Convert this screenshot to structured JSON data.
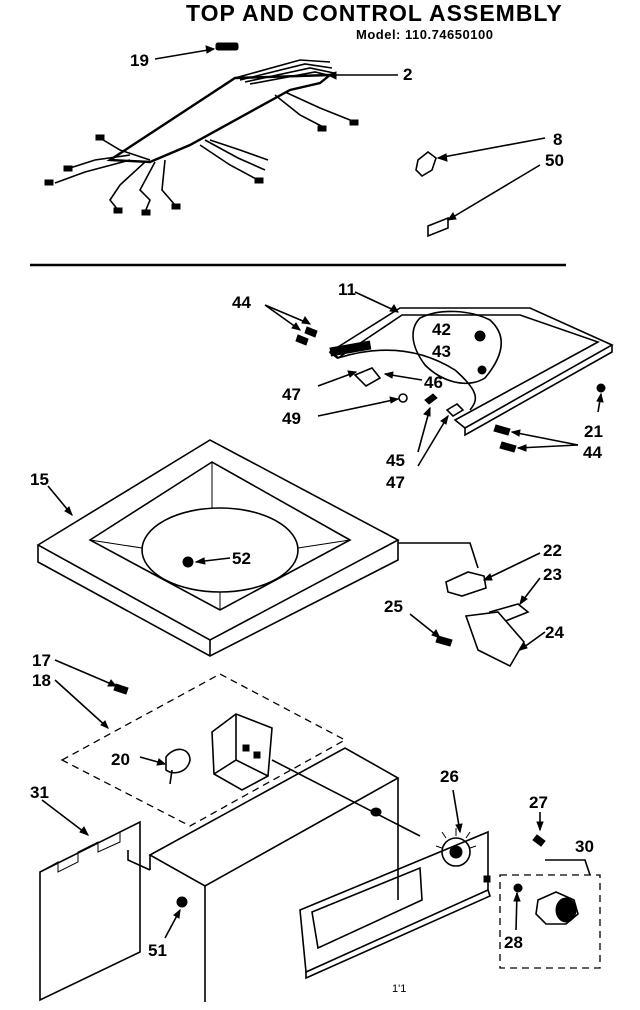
{
  "title": "TOP AND CONTROL ASSEMBLY",
  "model": "Model:  110.74650100",
  "footer": "1'1",
  "callouts": [
    {
      "id": "p19",
      "label": "19"
    },
    {
      "id": "p2",
      "label": "2"
    },
    {
      "id": "p8",
      "label": "8"
    },
    {
      "id": "p50",
      "label": "50"
    },
    {
      "id": "p11",
      "label": "11"
    },
    {
      "id": "p44a",
      "label": "44"
    },
    {
      "id": "p42",
      "label": "42"
    },
    {
      "id": "p43",
      "label": "43"
    },
    {
      "id": "p47a",
      "label": "47"
    },
    {
      "id": "p46",
      "label": "46"
    },
    {
      "id": "p49",
      "label": "49"
    },
    {
      "id": "p45",
      "label": "45"
    },
    {
      "id": "p47b",
      "label": "47"
    },
    {
      "id": "p21",
      "label": "21"
    },
    {
      "id": "p44b",
      "label": "44"
    },
    {
      "id": "p15",
      "label": "15"
    },
    {
      "id": "p52",
      "label": "52"
    },
    {
      "id": "p22",
      "label": "22"
    },
    {
      "id": "p23",
      "label": "23"
    },
    {
      "id": "p25",
      "label": "25"
    },
    {
      "id": "p24",
      "label": "24"
    },
    {
      "id": "p17",
      "label": "17"
    },
    {
      "id": "p18",
      "label": "18"
    },
    {
      "id": "p20",
      "label": "20"
    },
    {
      "id": "p26",
      "label": "26"
    },
    {
      "id": "p27",
      "label": "27"
    },
    {
      "id": "p30",
      "label": "30"
    },
    {
      "id": "p31",
      "label": "31"
    },
    {
      "id": "p28",
      "label": "28"
    },
    {
      "id": "p51",
      "label": "51"
    }
  ]
}
